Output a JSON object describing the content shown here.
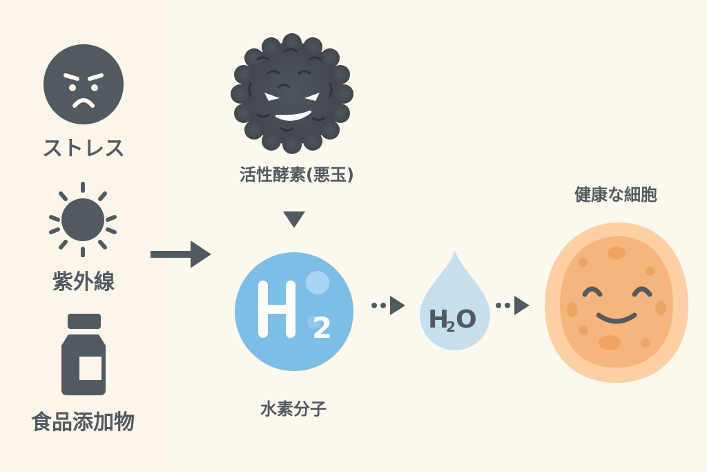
{
  "colors": {
    "background": "#fdf8ee",
    "icon_dark": "#525a61",
    "h2_blue": "#7dbde6",
    "h2o_blue": "#c5dfee",
    "cell_outer": "#fcd0a3",
    "cell_inner": "#f6b57c"
  },
  "causes": [
    {
      "label": "ストレス",
      "icon": "angry-face-icon"
    },
    {
      "label": "紫外線",
      "icon": "sun-icon"
    },
    {
      "label": "食品添加物",
      "icon": "bottle-icon"
    }
  ],
  "radical": {
    "label": "活性酵素(悪玉)",
    "icon": "evil-radical-icon"
  },
  "hydrogen": {
    "label": "水素分子",
    "symbol": "H",
    "subscript": "2"
  },
  "water": {
    "symbol_h": "H",
    "subscript": "2",
    "symbol_o": "O"
  },
  "cell": {
    "label": "健康な細胞",
    "icon": "smiling-cell-icon"
  }
}
